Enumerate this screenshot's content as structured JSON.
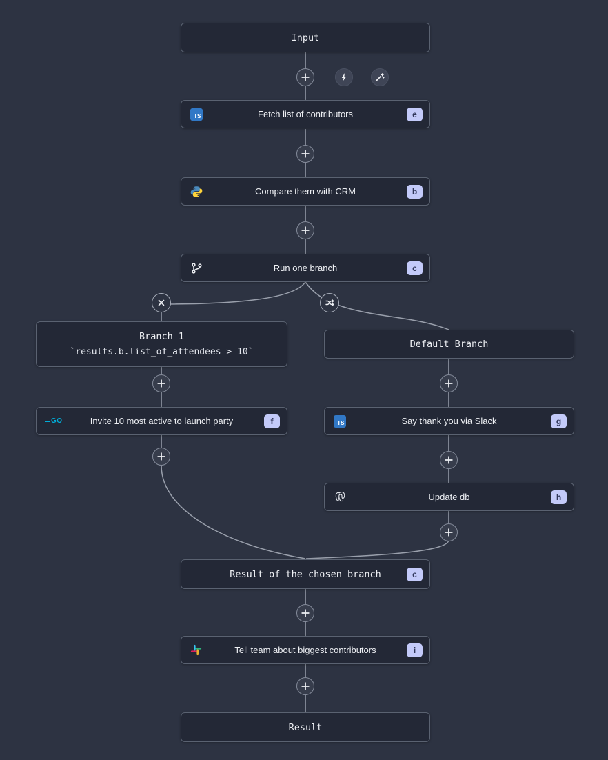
{
  "canvas": {
    "background": "#2d3342",
    "edge_color": "#9aa0ac"
  },
  "icons": {
    "ts_label": "TS",
    "go_label": "GO"
  },
  "colors": {
    "node_bg": "#232836",
    "node_border": "#5a6271",
    "badge_bg": "#c3caf9",
    "badge_text": "#2f3659",
    "ts_blue": "#3178c6",
    "go_cyan": "#00add8",
    "slack_blue": "#36C5F0",
    "slack_green": "#2EB67D",
    "slack_yellow": "#ECB22E",
    "slack_red": "#E01E5A"
  },
  "nodes": {
    "input": {
      "title": "Input"
    },
    "fetch": {
      "title": "Fetch list of contributors",
      "badge": "e",
      "icon": "typescript"
    },
    "compare": {
      "title": "Compare them with CRM",
      "badge": "b",
      "icon": "python"
    },
    "run_branch": {
      "title": "Run one branch",
      "badge": "c",
      "icon": "git-branch"
    },
    "branch1": {
      "title": "Branch 1",
      "condition": "`results.b.list_of_attendees > 10`"
    },
    "invite": {
      "title": "Invite 10 most active to launch party",
      "badge": "f",
      "icon": "go"
    },
    "default_branch": {
      "title": "Default Branch"
    },
    "thank_slack": {
      "title": "Say thank you via Slack",
      "badge": "g",
      "icon": "typescript"
    },
    "update_db": {
      "title": "Update db",
      "badge": "h",
      "icon": "postgresql"
    },
    "result_branch": {
      "title": "Result of the chosen branch",
      "badge": "c"
    },
    "tell_team": {
      "title": "Tell team about biggest contributors",
      "badge": "i",
      "icon": "slack"
    },
    "result": {
      "title": "Result"
    }
  }
}
